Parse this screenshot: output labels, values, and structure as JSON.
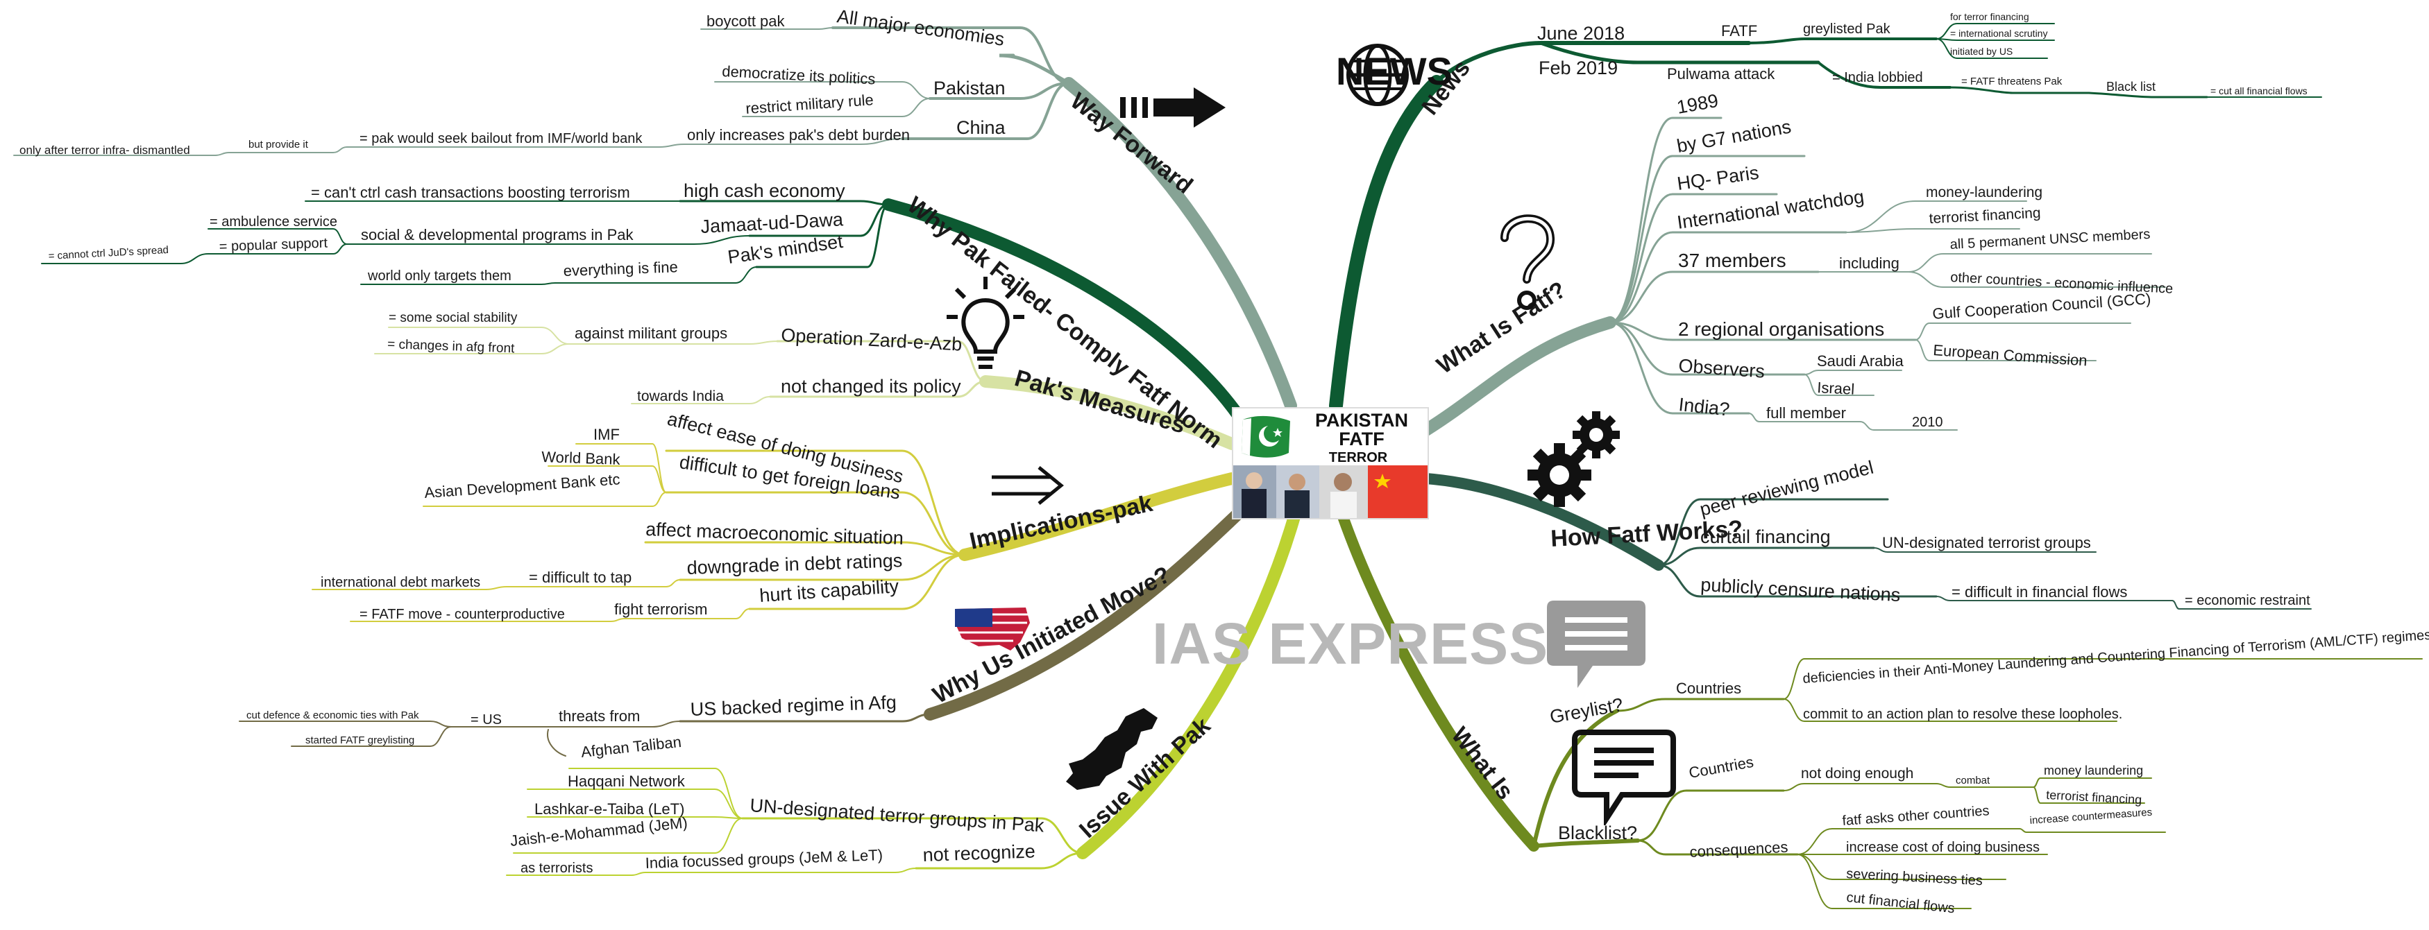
{
  "center": {
    "title_line1": "PAKISTAN",
    "title_line2": "FATF",
    "subtitle": "TERROR FINANCING"
  },
  "watermark": "IAS EXPRESS",
  "news_word": "NEWS",
  "colors": {
    "dark_green": "#0d5a32",
    "grey_green": "#86a395",
    "light_yellow_green": "#d7e2a3",
    "mustard": "#d2cd3e",
    "olive_dark": "#726b46",
    "lime": "#bcd231",
    "steel_green": "#2d5b4a",
    "olive_green": "#6e8a1f"
  },
  "branches": {
    "news": {
      "label": "News",
      "items": {
        "june2018": "June 2018",
        "fatf": "FATF",
        "greylisted_pak": "greylisted Pak",
        "for_terror_financing": "for terror financing",
        "intl_scrutiny": "= international scrutiny",
        "initiated_us": "initiated by US",
        "feb2019": "Feb 2019",
        "pulwama": "Pulwama attack",
        "india_lobbied": "= India lobbied",
        "fatf_threatens": "= FATF threatens Pak",
        "black_list": "Black list",
        "cut_all": "= cut all financial flows"
      }
    },
    "what_is_fatf": {
      "label": "What Is Fatf?",
      "items": {
        "y1989": "1989",
        "g7": "by G7 nations",
        "hq": "HQ- Paris",
        "watchdog": "International watchdog",
        "money_laundering": "money-laundering",
        "terrorist_financing": "terrorist financing",
        "members": "37 members",
        "including": "including",
        "unsc": "all 5 permanent UNSC members",
        "other_countries": "other countries - economic influence",
        "regional": "2 regional organisations",
        "gcc": "Gulf Cooperation Council (GCC)",
        "ec": "European Commission",
        "observers": "Observers",
        "saudi": "Saudi Arabia",
        "israel": "Israel",
        "india": "India?",
        "full_member": "full member",
        "y2010": "2010"
      }
    },
    "how_fatf_works": {
      "label": "How Fatf Works?",
      "items": {
        "peer": "peer reviewing model",
        "curtail": "curtail financing",
        "un_groups": "UN-designated terrorist groups",
        "censure": "publicly censure nations",
        "difficult_flows": "= difficult in financial flows",
        "econ_restraint": "= economic restraint"
      }
    },
    "what_is": {
      "label": "What Is",
      "items": {
        "greylist": "Greylist?",
        "countries_g": "Countries",
        "deficiencies": "deficiencies in their Anti-Money Laundering and Countering Financing of Terrorism (AML/CTF) regimes",
        "commit": "commit to an action plan to resolve these loopholes.",
        "blacklist": "Blacklist?",
        "countries_b": "Countries",
        "not_enough": "not doing enough",
        "combat": "combat",
        "ml": "money laundering",
        "tf": "terrorist financing",
        "consequences": "consequences",
        "fatf_asks": "fatf asks other countries",
        "increase_counter": "increase countermeasures",
        "increase_cost": "increase cost of doing business",
        "severing": "severing business ties",
        "cut_flows": "cut financial flows"
      }
    },
    "way_forward": {
      "label": "Way Forward",
      "items": {
        "all_major": "All major economies",
        "boycott": "boycott pak",
        "pakistan": "Pakistan",
        "democratize": "democratize its politics",
        "restrict": "restrict military rule",
        "china": "China",
        "debt_burden": "only increases pak's debt burden",
        "bailout": "= pak would seek bailout from IMF/world bank",
        "but_provide": "but provide it",
        "only_after": "only after terror infra- dismantled"
      }
    },
    "why_pak_failed": {
      "label": "Why Pak Failed- Comply Fatf Norm",
      "items": {
        "high_cash": "high cash economy",
        "cant_ctrl": "= can't ctrl cash transactions boosting terrorism",
        "jud": "Jamaat-ud-Dawa",
        "social": "social & developmental programs in Pak",
        "ambulance": "= ambulence service",
        "popular": "= popular support",
        "cannot_ctrl_jud": "= cannot ctrl JuD's spread",
        "mindset": "Pak's mindset",
        "everything_fine": "everything is fine",
        "world_targets": "world only targets them"
      }
    },
    "paks_measures": {
      "label": "Pak's Measures",
      "items": {
        "zarb": "Operation Zard-e-Azb",
        "against_militant": "against militant groups",
        "stability": "= some social stability",
        "afg_front": "= changes in afg front",
        "not_changed": "not changed its policy",
        "towards_india": "towards India"
      }
    },
    "implications": {
      "label": "Implications-pak",
      "items": {
        "ease": "affect ease of doing business",
        "foreign_loans": "difficult to get foreign loans",
        "imf": "IMF",
        "world_bank": "World Bank",
        "adb": "Asian Development Bank etc",
        "macro": "affect macroeconomic situation",
        "downgrade": "downgrade in debt ratings",
        "difficult_tap": "= difficult to tap",
        "intl_debt": "international debt markets",
        "hurt": "hurt its capability",
        "fight_terror": "fight terrorism",
        "counterproductive": "= FATF move - counterproductive"
      }
    },
    "why_us": {
      "label": "Why Us Initiated Move?",
      "items": {
        "us_regime": "US backed regime in Afg",
        "threats": "threats from",
        "eq_us": "= US",
        "cut_defence": "cut defence & economic ties with Pak",
        "started": "started FATF greylisting"
      }
    },
    "issue_with_pak": {
      "label": "Issue With Pak",
      "items": {
        "un_groups_pak": "UN-designated terror groups in Pak",
        "taliban": "Afghan Taliban",
        "haqqani": "Haqqani Network",
        "let": "Lashkar-e-Taiba (LeT)",
        "jem": "Jaish-e-Mohammad (JeM)",
        "not_recognize": "not recognize",
        "india_focussed": "India focussed groups (JeM & LeT)",
        "as_terrorists": "as terrorists"
      }
    }
  }
}
